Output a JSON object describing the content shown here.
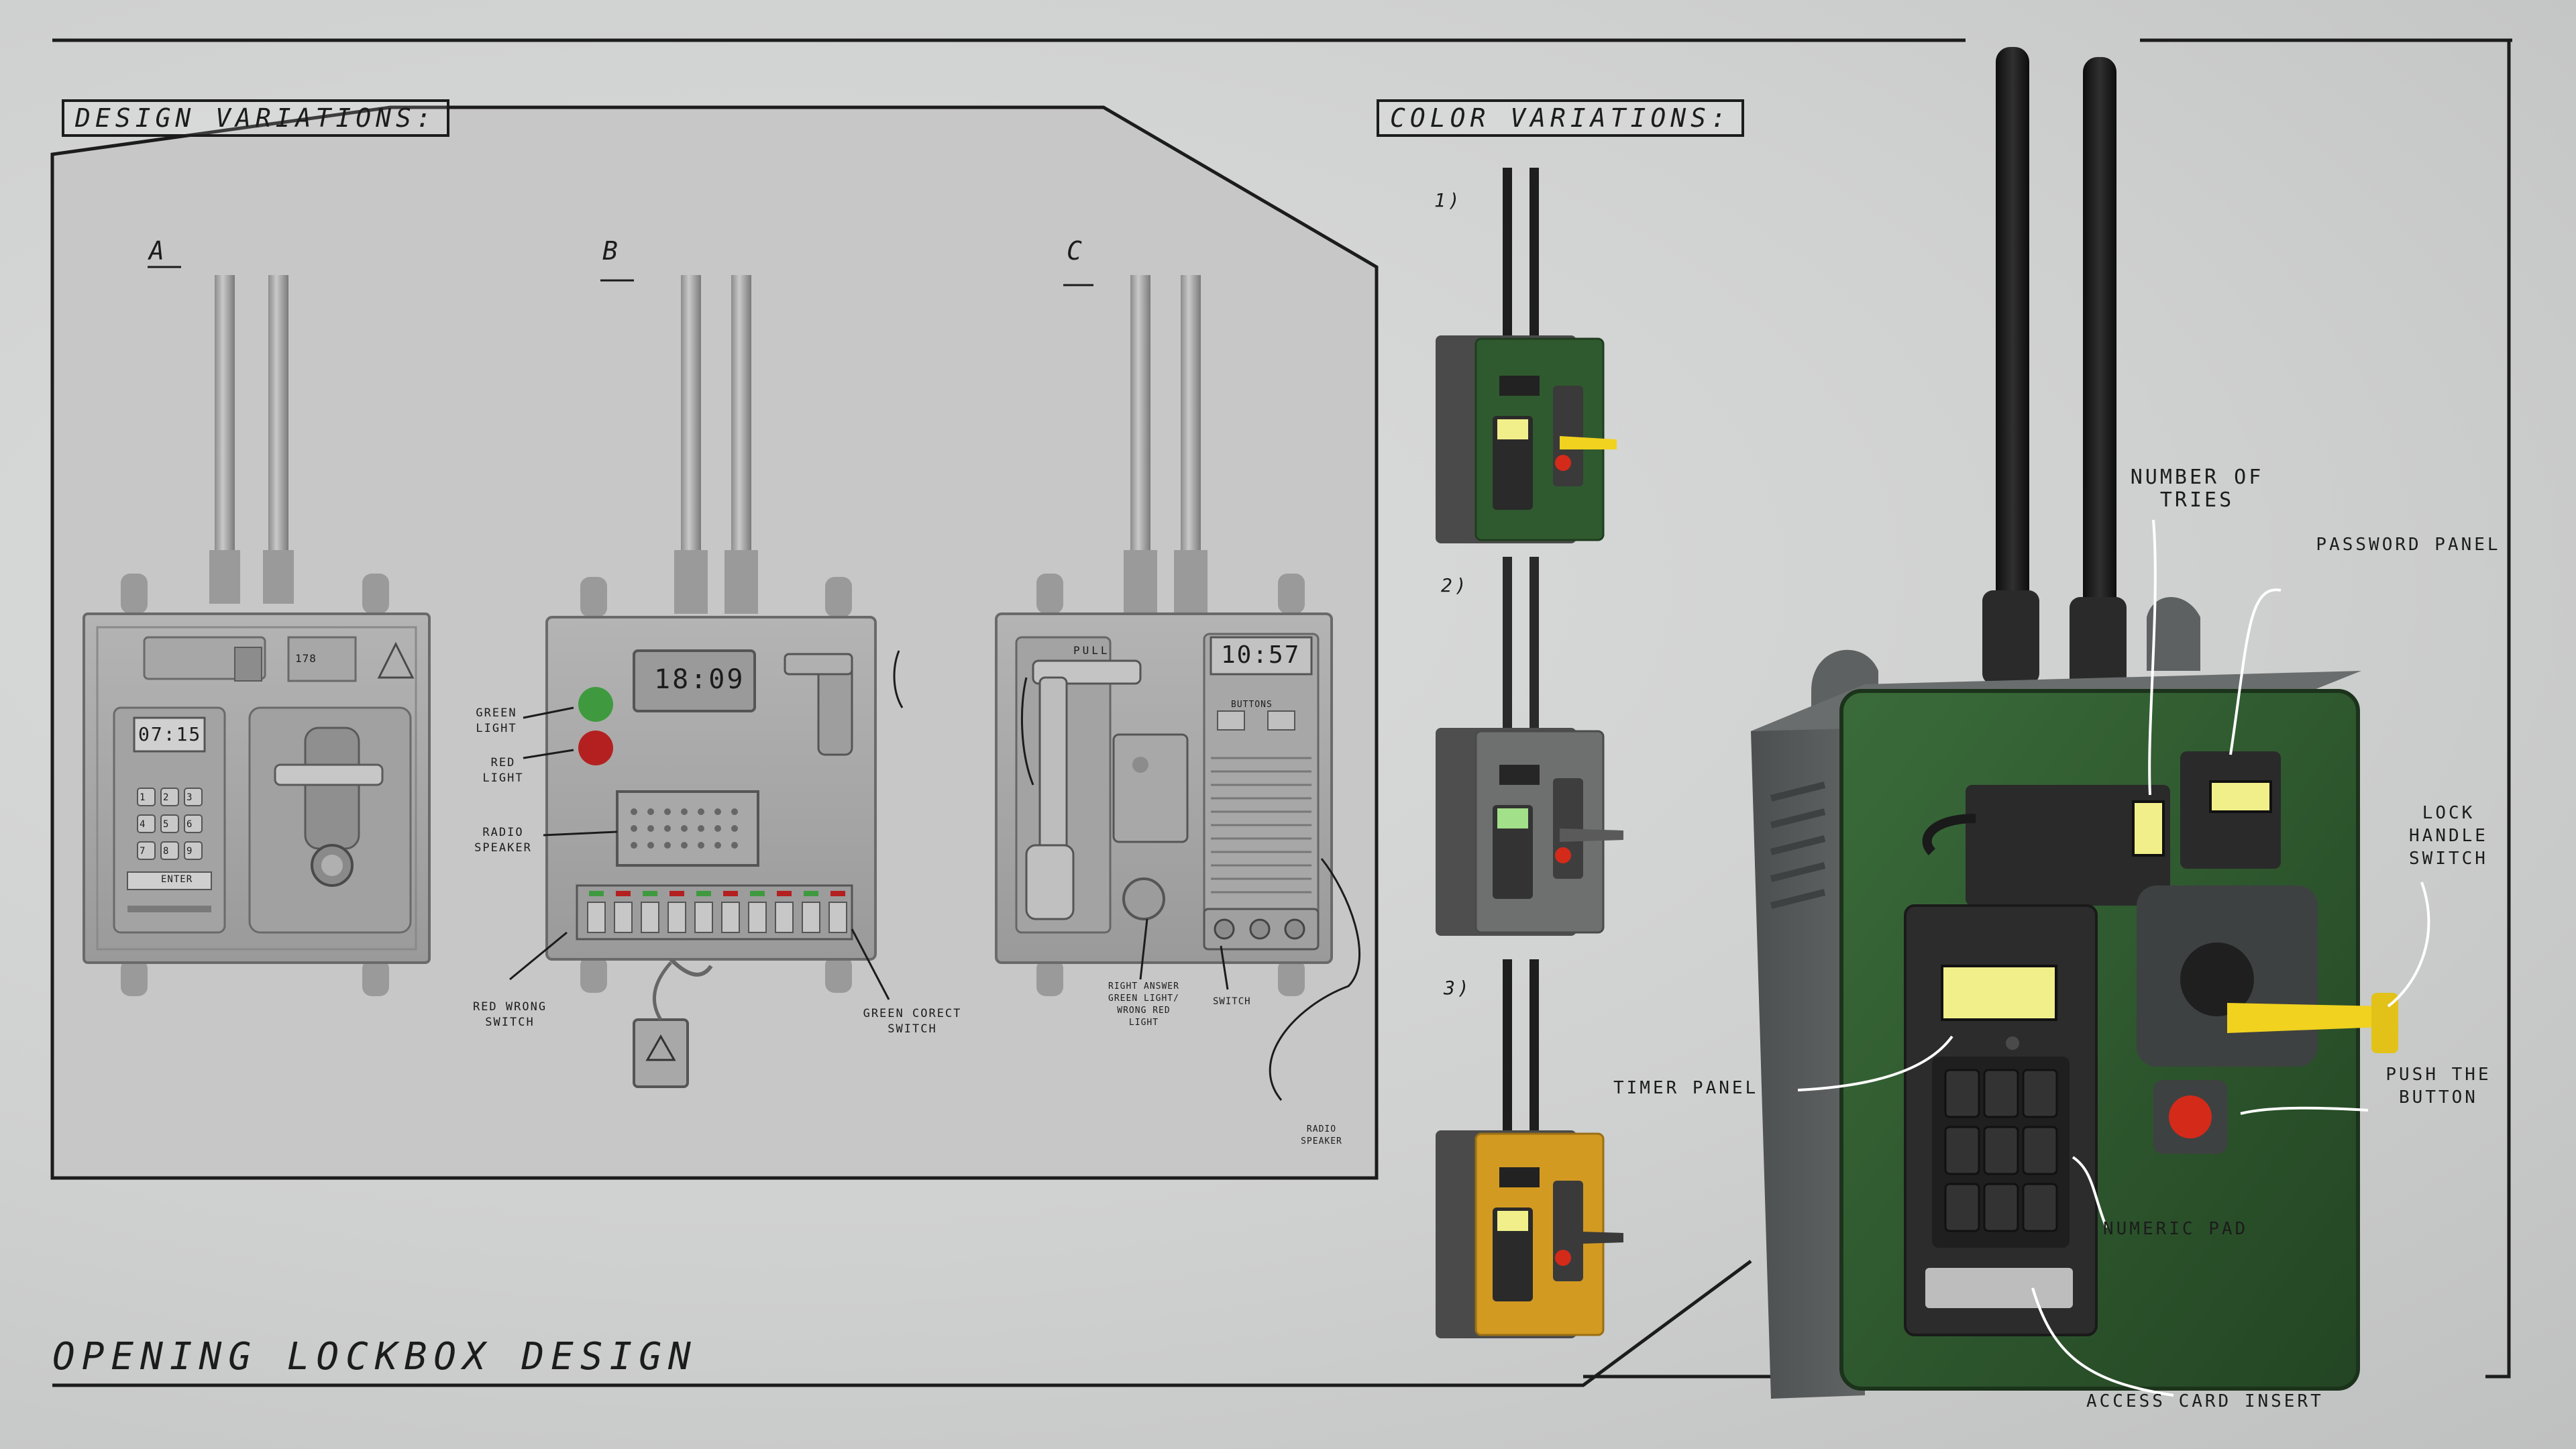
{
  "title": "Opening Lockbox Design",
  "sections": {
    "design": "Design Variations:",
    "color": "Color Variations:"
  },
  "variants": {
    "a": {
      "letter": "A",
      "timer": "07:15",
      "small_display": "178",
      "keys": [
        "1",
        "2",
        "3",
        "4",
        "5",
        "6",
        "7",
        "8",
        "9"
      ],
      "enter": "ENTER"
    },
    "b": {
      "letter": "B",
      "timer": "18:09"
    },
    "c": {
      "letter": "C",
      "timer": "10:57",
      "pull": "PULL",
      "buttons": "BUTTONS"
    }
  },
  "labels_b": {
    "green_light": "Green Light",
    "red_light": "Red Light",
    "radio_speaker": "Radio Speaker",
    "red_wrong": "Red Wrong Switch",
    "green_correct": "Green Corect Switch"
  },
  "labels_c": {
    "right_answer": "Right answer green light/ wrong red light",
    "switch": "Switch",
    "radio_speaker": "Radio Speaker"
  },
  "color_variants": [
    {
      "number": "1)",
      "color": "#2f5a2f"
    },
    {
      "number": "2)",
      "color": "#6e7070"
    },
    {
      "number": "3)",
      "color": "#d39a22"
    }
  ],
  "callouts": {
    "number_of_tries": "Number of tries",
    "password_panel": "Password Panel",
    "lock_handle_switch": "Lock handle switch",
    "push_the_button": "Push the button",
    "timer_panel": "Timer Panel",
    "numeric_pad": "Numeric Pad",
    "access_card_insert": "Access card insert"
  },
  "colors": {
    "green_body": "#2f5a2f",
    "gray_body": "#6e7070",
    "orange_body": "#d39a22",
    "lcd": "#f1ef8a",
    "handle": "#f0d21f",
    "push_button": "#d42a1a"
  }
}
